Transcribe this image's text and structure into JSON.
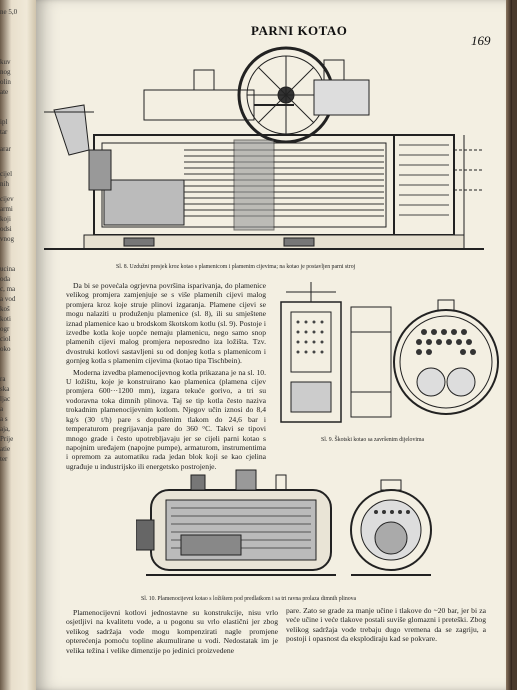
{
  "header": {
    "title": "PARNI KOTAO",
    "page_number": "169"
  },
  "captions": {
    "fig8": "Sl. 8. Uzdužni presjek kroz kotao s plamenicom i plamenim cijevima; na kotao je postavljen parni stroj",
    "fig9": "Sl. 9. Škotski kotao sa završenim dijelovima",
    "fig10": "Sl. 10. Plamenocijevni kotao s ložištem pod predlatkom i sa tri ravna prolaza dimnih plinova"
  },
  "col1": {
    "p1": "Da bi se povećala ogrjevna površina isparivanja, do plamenice velikog promjera zamjenjuje se s više plamenih cijevi malog promjera kroz koje struje plinovi izgaranja. Plamene cijevi se mogu nalaziti u produženju plamenice (sl. 8), ili su smještene iznad plamenice kao u brodskom škotskom kotlu (sl. 9). Postoje i izvedbe kotla koje uopće nemaju plamenicu, nego samo snop plamenih cijevi malog promjera neposredno iza ložišta. Tzv. dvostruki kotlovi sastavljeni su od donjeg kotla s plamenicom i gornjeg kotla s plamenim cijevima (kotao tipa Tischbein).",
    "p2": "Moderna izvedba plamenocijevnog kotla prikazana je na sl. 10. U ložištu, koje je konstruirano kao plamenica (plamena cijev promjera 600···1200 mm), izgara tekuće gorivo, a tri su vodoravna toka dimnih plinova. Taj se tip kotla često naziva trokadnim plamenocijevnim kotlom. Njegov učin iznosi do 8,4 kg/s (30 t/h) pare s dopuštenim tlakom do 24,6 bar i temperaturom pregrijavanja pare do 360 °C. Takvi se tipovi mnogo grade i često upotrebljavaju jer se cijeli parni kotao s napojnim uređajem (napojne pumpe), armaturom, instrumentima i opremom za automatiku rada jedan blok koji se kao cjelina ugrađuje u industrijsko ili energetsko postrojenje."
  },
  "bottom_left": {
    "text": "Plamenocijevni kotlovi jednostavne su konstrukcije, nisu vrlo osjetljivi na kvalitetu vode, a u pogonu su vrlo elastični jer zbog velikog sadržaja vode mogu kompenzirati nagle promjene opterećenja pomoću topline akumulirane u vodi. Nedostatak im je velika težina i velike dimenzije po jedinici proizvedene"
  },
  "bottom_right": {
    "text": "pare. Zato se grade za manje učine i tlakove do ~20 bar, jer bi za veće učine i veće tlakove postali suviše glomazni i preteški. Zbog velikog sadržaja vode trebaju dugo vremena da se zagriju, a postoji i opasnost da eksplodiraju kad se pokvare."
  },
  "left_fragments": [
    "ne 5,0",
    "kuv",
    "nog",
    "olin",
    "ate",
    "ipl",
    "tar",
    "arar",
    "cijel",
    "nih",
    "cijev",
    "armi",
    "koji",
    "odsi",
    "vnog",
    "ucina",
    "oda",
    "c, ma",
    "a vod",
    "koš",
    "koti",
    "ogr",
    "ciol",
    "oko",
    "ra",
    "ska",
    "ljac",
    "a",
    "a s",
    "aja,",
    "Prije",
    "atie",
    "ter"
  ]
}
